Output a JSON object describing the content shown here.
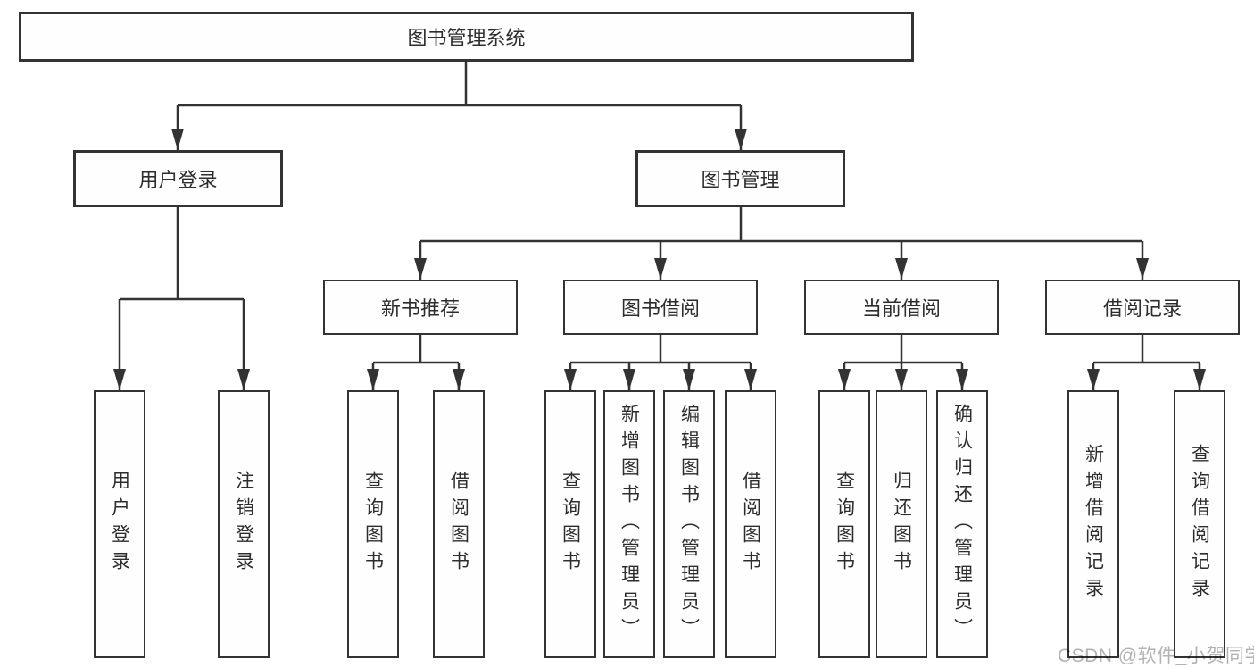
{
  "diagram": {
    "root": "图书管理系统",
    "level2": {
      "user_login": "用户登录",
      "book_mgmt": "图书管理"
    },
    "level3": {
      "new_books": "新书推荐",
      "borrow": "图书借阅",
      "current": "当前借阅",
      "records": "借阅记录"
    },
    "leaves": {
      "user_login": [
        "用户登录",
        "注销登录"
      ],
      "new_books": [
        "查询图书",
        "借阅图书"
      ],
      "borrow": [
        "查询图书",
        "新增图书（管理员）",
        "编辑图书（管理员）",
        "借阅图书"
      ],
      "current": [
        "查询图书",
        "归还图书",
        "确认归还（管理员）"
      ],
      "records": [
        "新增借阅记录",
        "查询借阅记录"
      ]
    },
    "watermark": "CSDN @软件_小贺同学",
    "colors": {
      "line": "#333333",
      "box_border": "#333333",
      "box_background": "#ffffff",
      "watermark": "#b3b3b3"
    }
  }
}
